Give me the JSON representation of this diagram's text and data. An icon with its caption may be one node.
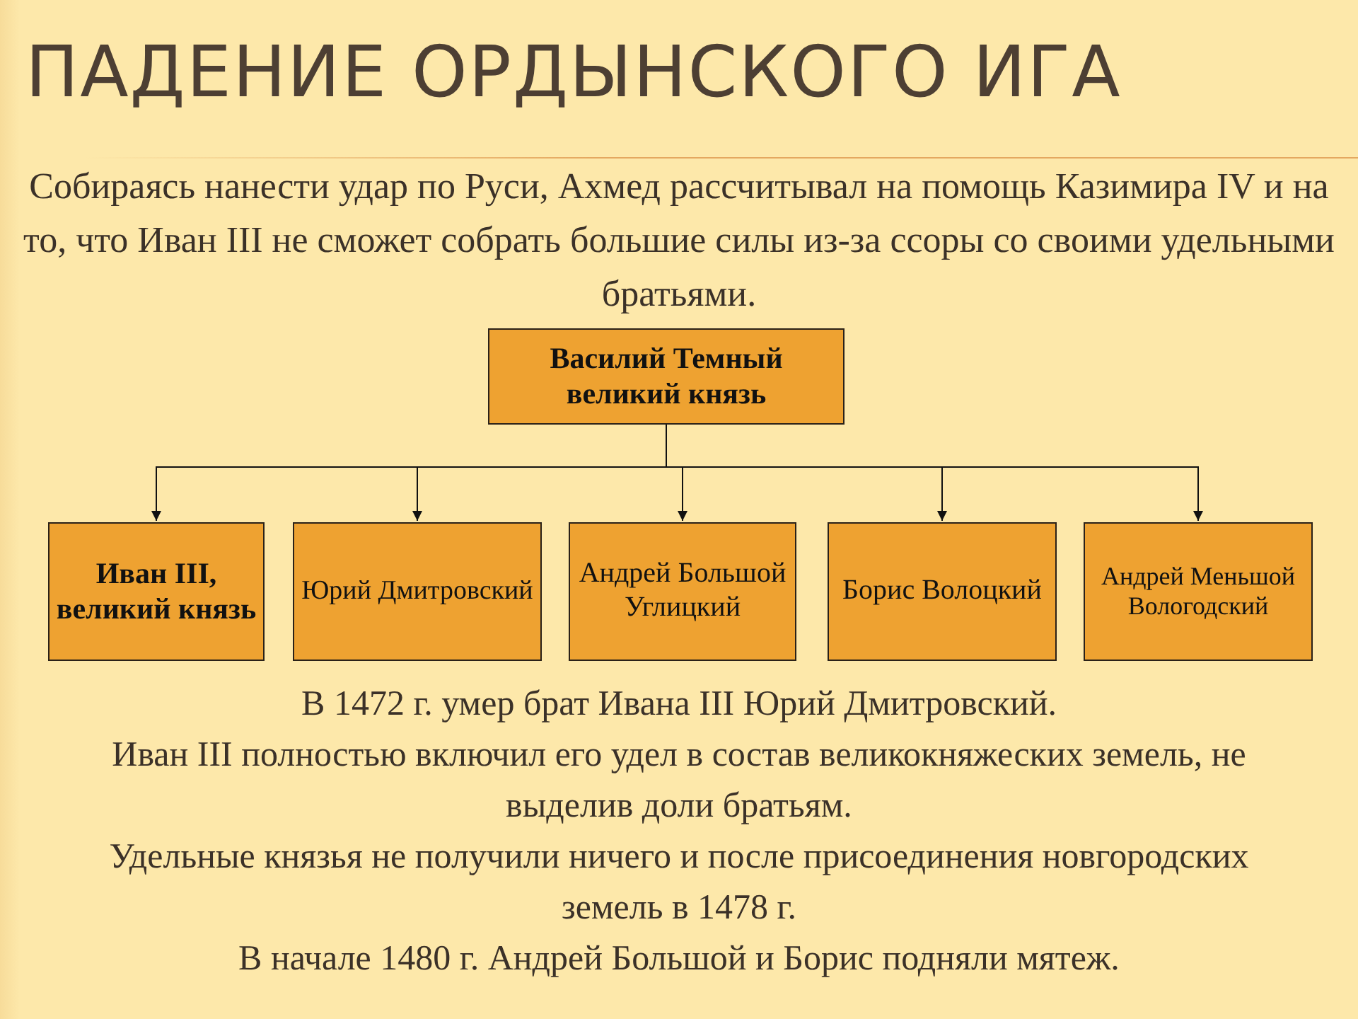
{
  "diagram": {
    "title": "ПАДЕНИЕ ОРДЫНСКОГО ИГА",
    "nodes": [
      {
        "text": [
          "Василий Темный великий князь"
        ]
      },
      {
        "text": [
          "Иван III, великий князь"
        ]
      },
      {
        "text": [
          "Юрий Дмитровский"
        ]
      },
      {
        "text": [
          "Андрей Большой Углицкий"
        ]
      },
      {
        "text": [
          "Борис Волоцкий"
        ]
      },
      {
        "text": [
          "Андрей Меньшой Вологодский"
        ]
      }
    ],
    "edges": [
      {
        "from": 0,
        "to": 1,
        "arrow": "to"
      },
      {
        "from": 0,
        "to": 2,
        "arrow": "to"
      },
      {
        "from": 0,
        "to": 3,
        "arrow": "to"
      },
      {
        "from": 0,
        "to": 4,
        "arrow": "to"
      },
      {
        "from": 0,
        "to": 5,
        "arrow": "to"
      }
    ],
    "labels": [
      "Собираясь нанести удар по Руси, Ахмед рассчитывал на помощь Казимира IV и на то, что Иван III  не сможет собрать большие силы из-за ссоры со своими удельными братьями.",
      "В 1472 г. умер брат Ивана III Юрий Дмитровский.",
      "Иван III полностью включил его удел в состав великокняжеских земель, не выделив доли братьям.",
      "Удельные князья не получили ничего и после присоединения новгородских земель в 1478 г.",
      "В начале 1480 г. Андрей Большой и Борис подняли мятеж."
    ]
  }
}
